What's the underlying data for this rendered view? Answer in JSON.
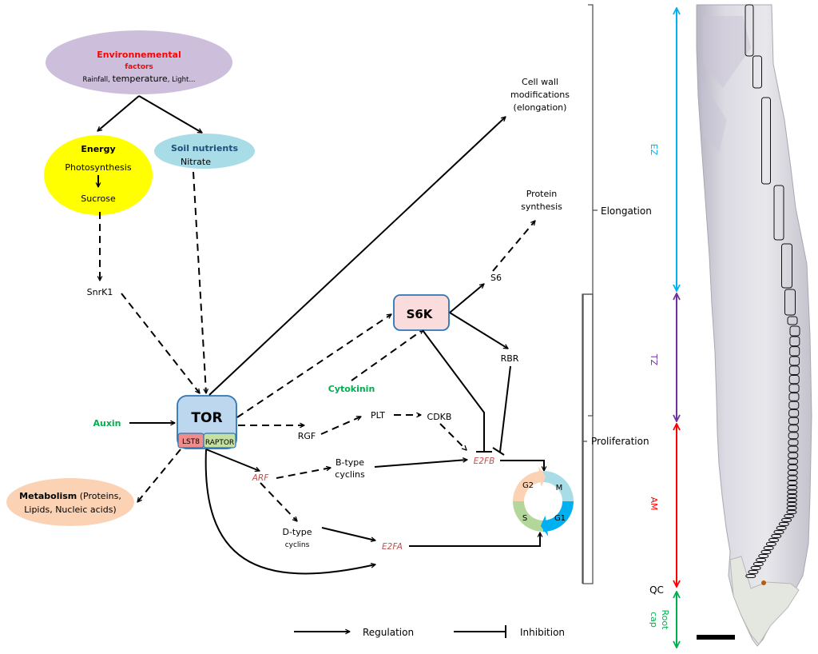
{
  "title": "TOR signaling network in root meristem growth",
  "colors": {
    "environment_fill": "#cdbfdc",
    "environment_title": "#ff0000",
    "energy_fill": "#ffff00",
    "soil_fill": "#a8dde8",
    "soil_title": "#1f4e79",
    "metabolism_fill": "#fbd3b4",
    "tor_fill": "#bdd7ee",
    "tor_border": "#2e75b6",
    "lst8_fill": "#f08c8c",
    "raptor_fill": "#c5e0a0",
    "s6k_fill": "#fadcdc",
    "hormone": "#00b050",
    "transcription_factor": "#c0504d",
    "ez": "#00b0f0",
    "tz": "#7030a0",
    "am": "#ff0000",
    "root_cap": "#00b050",
    "g2": "#fbd3b4",
    "m": "#a8dde8",
    "g1": "#00b0f0",
    "s": "#b3d69a"
  },
  "nodes": {
    "environment": {
      "title": "Environnemental",
      "subtitle": "factors",
      "detail_a": "Rainfall, ",
      "detail_b": "temperature",
      "detail_c": ", Light..."
    },
    "energy": {
      "title": "Energy",
      "line1": "Photosynthesis",
      "line2": "Sucrose"
    },
    "soil": {
      "title": "Soil nutrients",
      "line1": "Nitrate"
    },
    "snrk1": "SnrK1",
    "auxin": "Auxin",
    "tor": {
      "label": "TOR",
      "lst8": "LST8",
      "raptor": "RAPTOR"
    },
    "metabolism": {
      "title": "Metabolism",
      "rest1": " (Proteins,",
      "line2": "Lipids, Nucleic acids)"
    },
    "s6k": "S6K",
    "cytokinin": "Cytokinin",
    "s6": "S6",
    "rbr": "RBR",
    "rgf": "RGF",
    "plt": "PLT",
    "cdkb": "CDKB",
    "arf": "ARF",
    "btype": {
      "line1": "B-type",
      "line2": "cyclins"
    },
    "dtype": {
      "line1": "D-type",
      "line2": "cyclins"
    },
    "e2fb": "E2FB",
    "e2fa": "E2FA",
    "cellwall": {
      "line1": "Cell wall",
      "line2": "modifications",
      "line3": "(elongation)"
    },
    "protein": {
      "line1": "Protein",
      "line2": "synthesis"
    }
  },
  "cell_cycle": {
    "phases": [
      {
        "name": "G2"
      },
      {
        "name": "M"
      },
      {
        "name": "G1"
      },
      {
        "name": "S"
      }
    ]
  },
  "brackets": {
    "elongation": "Elongation",
    "proliferation": "Proliferation"
  },
  "zones": {
    "ez": "EZ",
    "tz": "TZ",
    "am": "AM",
    "qc": "QC",
    "root_cap_1": "Root",
    "root_cap_2": "cap"
  },
  "legend": {
    "regulation": "Regulation",
    "inhibition": "Inhibition"
  }
}
